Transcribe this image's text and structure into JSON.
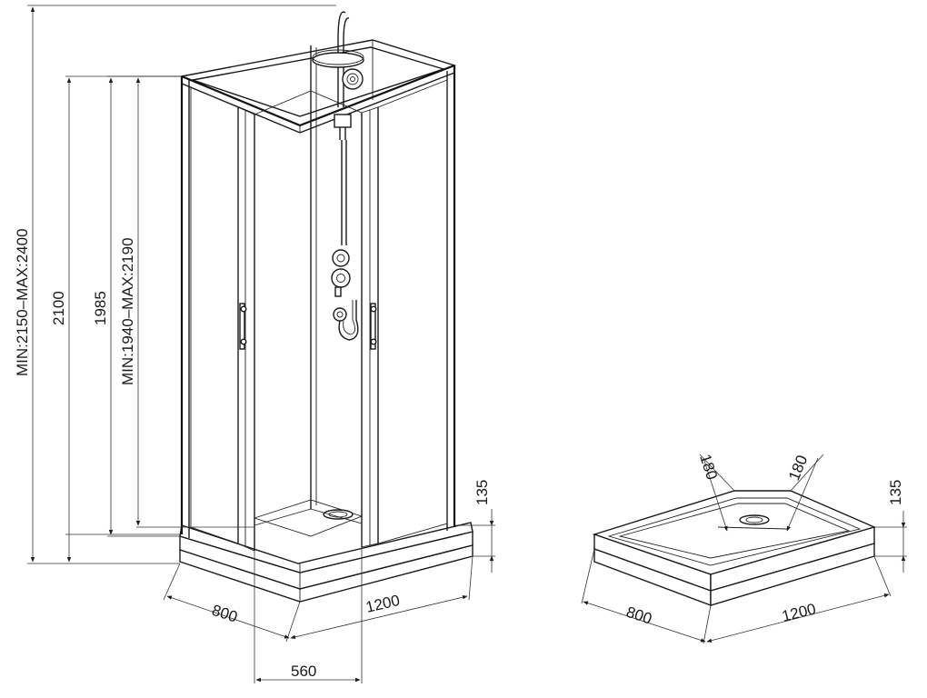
{
  "cabin": {
    "dims": {
      "min_max_total": "MIN:2150–MAX:2400",
      "height_total": "2100",
      "height_glass": "1985",
      "min_max_glass": "MIN:1940–MAX:2190",
      "tray_height": "135",
      "depth": "800",
      "width": "1200",
      "door_width": "560"
    }
  },
  "tray": {
    "dims": {
      "corner_left": "180",
      "corner_right": "180",
      "tray_height": "135",
      "depth": "800",
      "width": "1200"
    }
  }
}
